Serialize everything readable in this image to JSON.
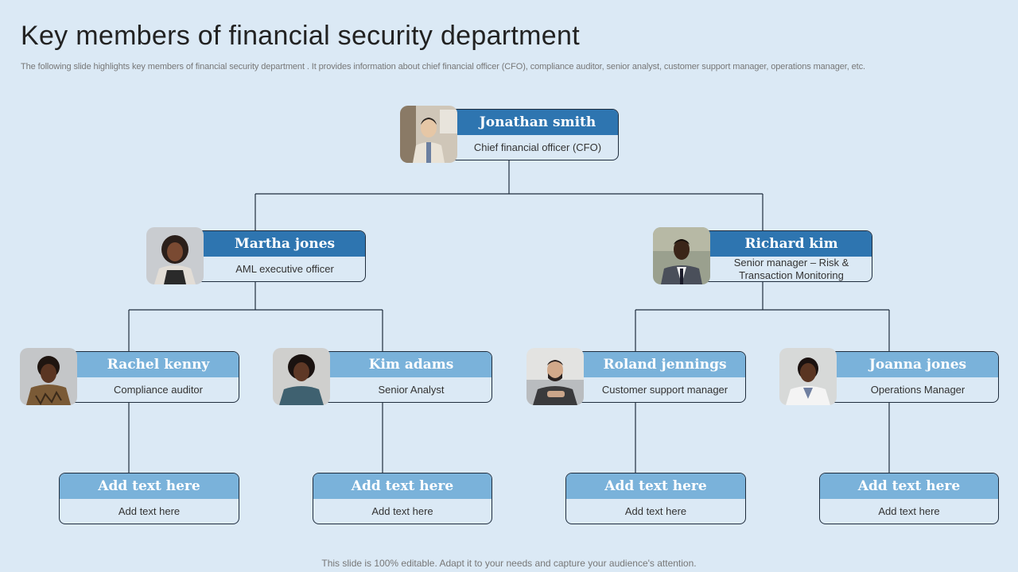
{
  "title": "Key members of financial security department",
  "subtitle": "The following slide highlights key members of financial security department . It provides information about chief financial officer (CFO), compliance auditor, senior analyst, customer support manager, operations manager, etc.",
  "footer": "This slide is 100% editable. Adapt it to your needs and capture your audience's attention.",
  "colors": {
    "dark_header": "#2e75b0",
    "light_header": "#7ab2da",
    "background": "#dbe9f5",
    "line": "#1f2d3d"
  },
  "people": {
    "ceo": {
      "name": "Jonathan smith",
      "role": "Chief financial officer (CFO)"
    },
    "left_mgr": {
      "name": "Martha jones",
      "role": "AML executive officer"
    },
    "right_mgr": {
      "name": "Richard kim",
      "role": "Senior manager – Risk & Transaction Monitoring"
    },
    "p1": {
      "name": "Rachel kenny",
      "role": "Compliance auditor"
    },
    "p2": {
      "name": "Kim adams",
      "role": "Senior Analyst"
    },
    "p3": {
      "name": "Roland jennings",
      "role": "Customer support manager"
    },
    "p4": {
      "name": "Joanna jones",
      "role": "Operations Manager"
    }
  },
  "placeholders": [
    {
      "heading": "Add text here",
      "text": "Add text here"
    },
    {
      "heading": "Add text here",
      "text": "Add text here"
    },
    {
      "heading": "Add text here",
      "text": "Add text here"
    },
    {
      "heading": "Add text here",
      "text": "Add text here"
    }
  ]
}
